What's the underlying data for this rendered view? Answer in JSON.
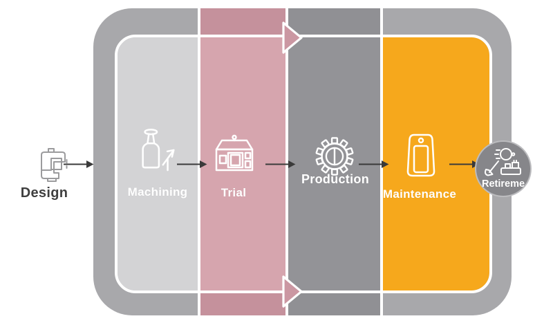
{
  "stages": [
    {
      "id": "design",
      "label": "Design"
    },
    {
      "id": "machining",
      "label": "Machining"
    },
    {
      "id": "trial",
      "label": "Trial"
    },
    {
      "id": "production",
      "label": "Production"
    },
    {
      "id": "maintenance",
      "label": "Maintenance"
    },
    {
      "id": "retirement",
      "label": "Retireme"
    }
  ],
  "colors": {
    "background": "#ffffff",
    "outer_frame": "#a8a8ab",
    "machining_band": "#d3d3d5",
    "trial_band": "#d6a5ae",
    "trial_margin_band": "#c5919c",
    "production_band": "#939397",
    "production_margin_band": "#909094",
    "maintenance_band": "#f6a81c",
    "retirement_circle": "#86868a",
    "phase_arrow_fill": "#cb97a2",
    "icon_stroke": "#ffffff",
    "design_icon_stroke": "#9b9b9d",
    "flow_arrow_color": "#3a3a3a",
    "stage_label_color": "#ffffff",
    "design_label_color": "#3f3f3f"
  }
}
